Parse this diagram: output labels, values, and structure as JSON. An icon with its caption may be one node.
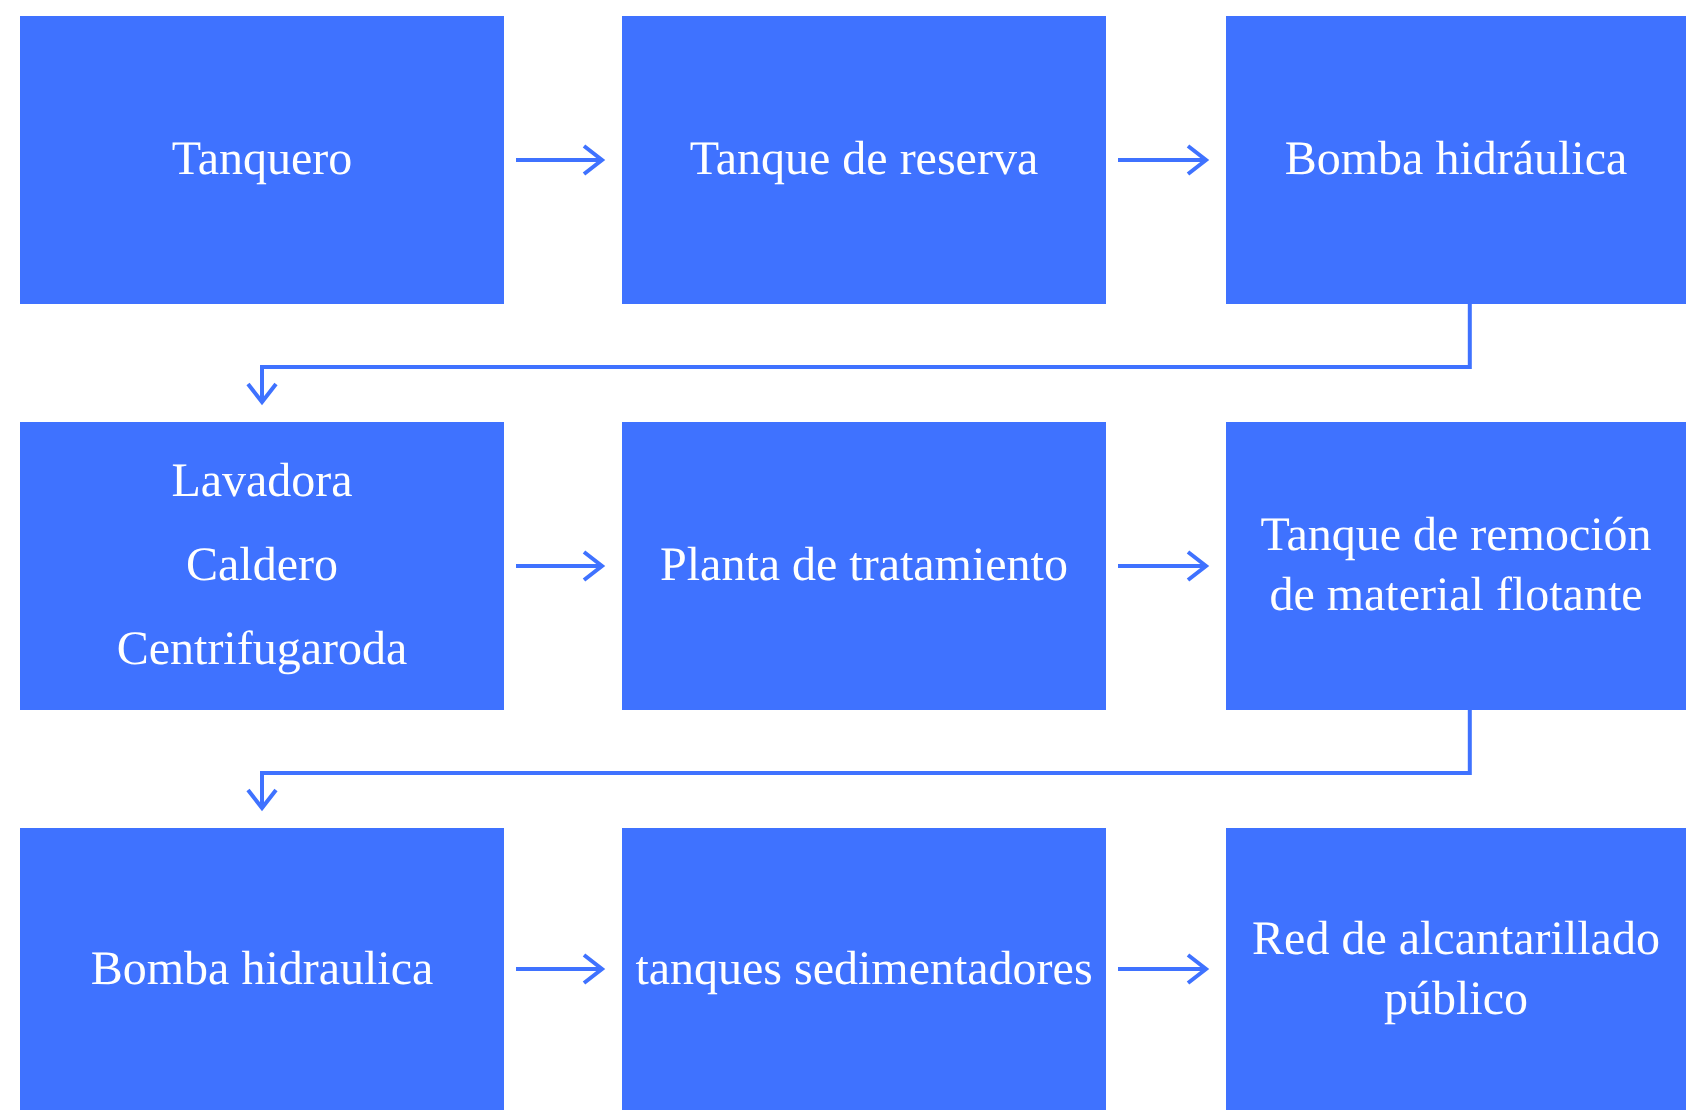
{
  "diagram": {
    "nodes": [
      {
        "text": [
          "Tanquero"
        ]
      },
      {
        "text": [
          "Tanque de reserva"
        ]
      },
      {
        "text": [
          "Bomba hidráulica"
        ]
      },
      {
        "text": [
          "Lavadora",
          "Caldero",
          "Centrifugaroda"
        ]
      },
      {
        "text": [
          "Planta de tratamiento"
        ]
      },
      {
        "text": [
          "Tanque de remoción de material flotante"
        ]
      },
      {
        "text": [
          "Bomba hidraulica"
        ]
      },
      {
        "text": [
          "tanques sedimentadores"
        ]
      },
      {
        "text": [
          "Red de alcantarillado público"
        ]
      }
    ],
    "edges": [
      {
        "from": 0,
        "to": 1,
        "arrow": "to"
      },
      {
        "from": 1,
        "to": 2,
        "arrow": "to"
      },
      {
        "from": 2,
        "to": 3,
        "arrow": "to"
      },
      {
        "from": 3,
        "to": 4,
        "arrow": "to"
      },
      {
        "from": 4,
        "to": 5,
        "arrow": "to"
      },
      {
        "from": 5,
        "to": 6,
        "arrow": "to"
      },
      {
        "from": 6,
        "to": 7,
        "arrow": "to"
      },
      {
        "from": 7,
        "to": 8,
        "arrow": "to"
      }
    ]
  }
}
